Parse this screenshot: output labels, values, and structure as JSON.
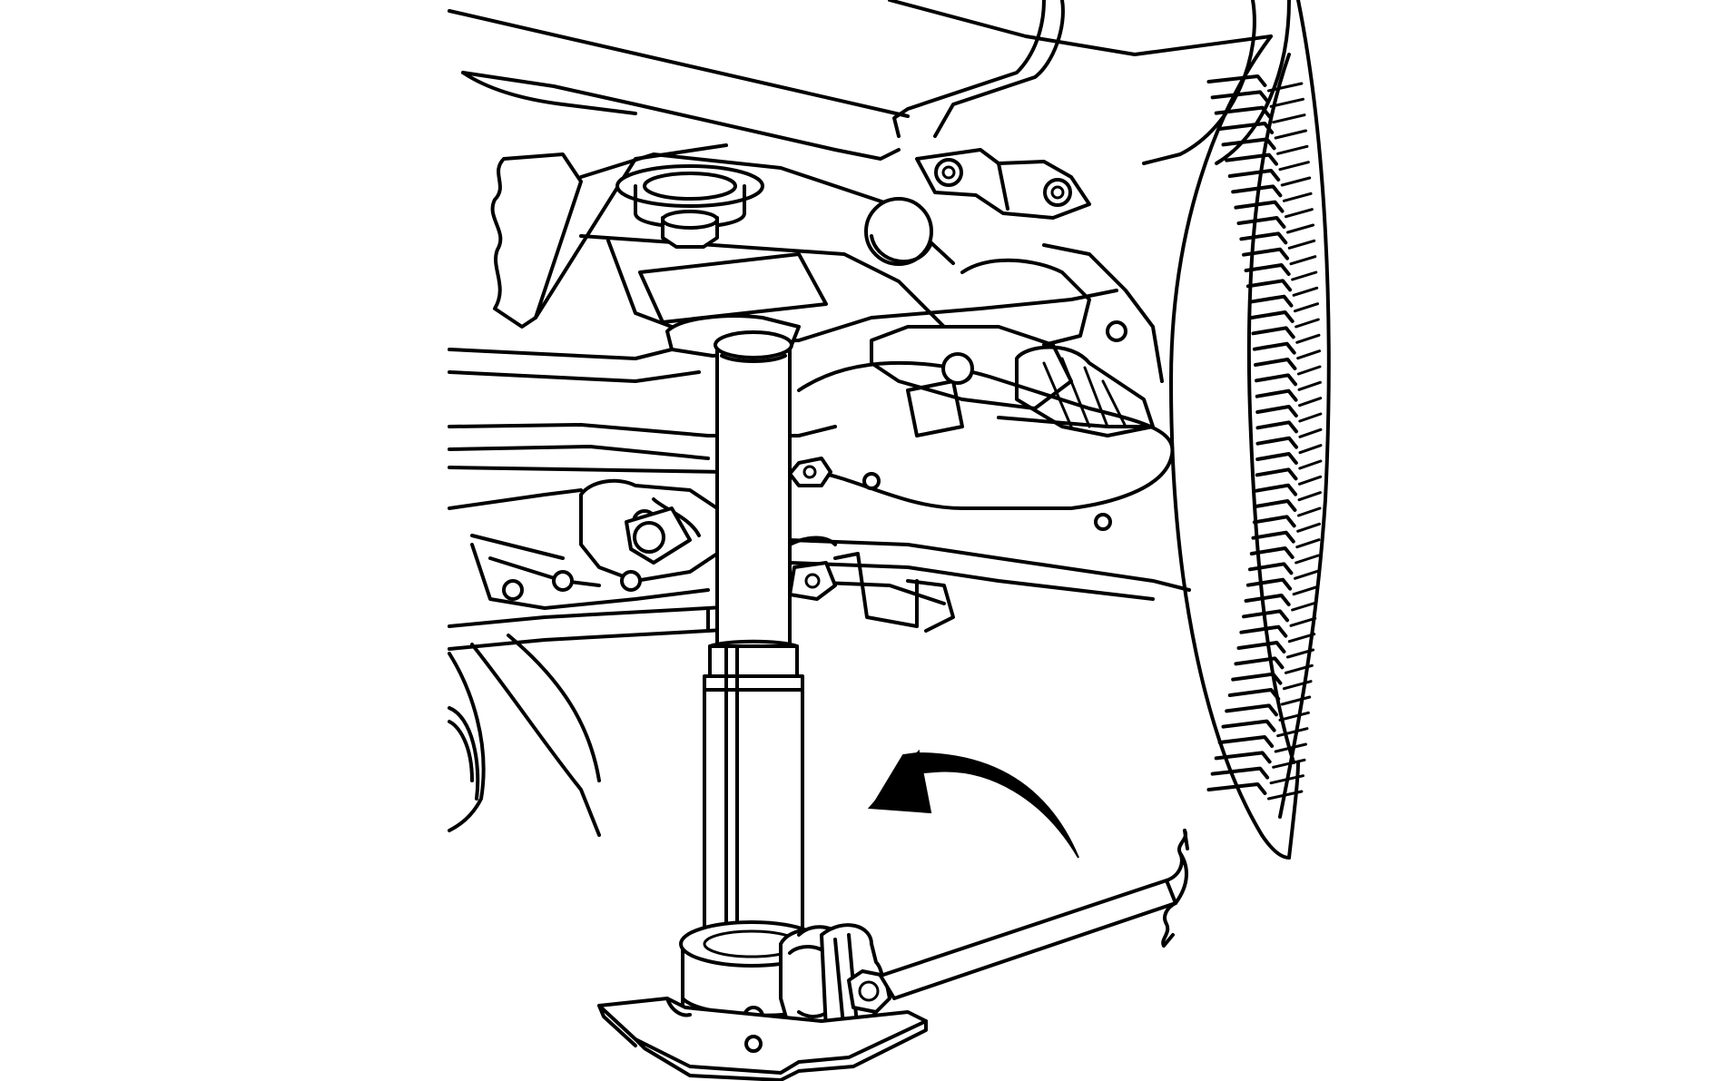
{
  "figure": {
    "kind": "line-art-illustration",
    "subject": "vehicle-rear-underbody-with-scissor-jack",
    "colors": {
      "stroke": "#000000",
      "background": "#ffffff"
    },
    "parts": [
      "vehicle-frame",
      "suspension-crossmember",
      "jack-lift-point-pad",
      "tire",
      "bottle-jack",
      "jack-base-plate",
      "jack-handle",
      "rotation-direction-arrow"
    ]
  }
}
